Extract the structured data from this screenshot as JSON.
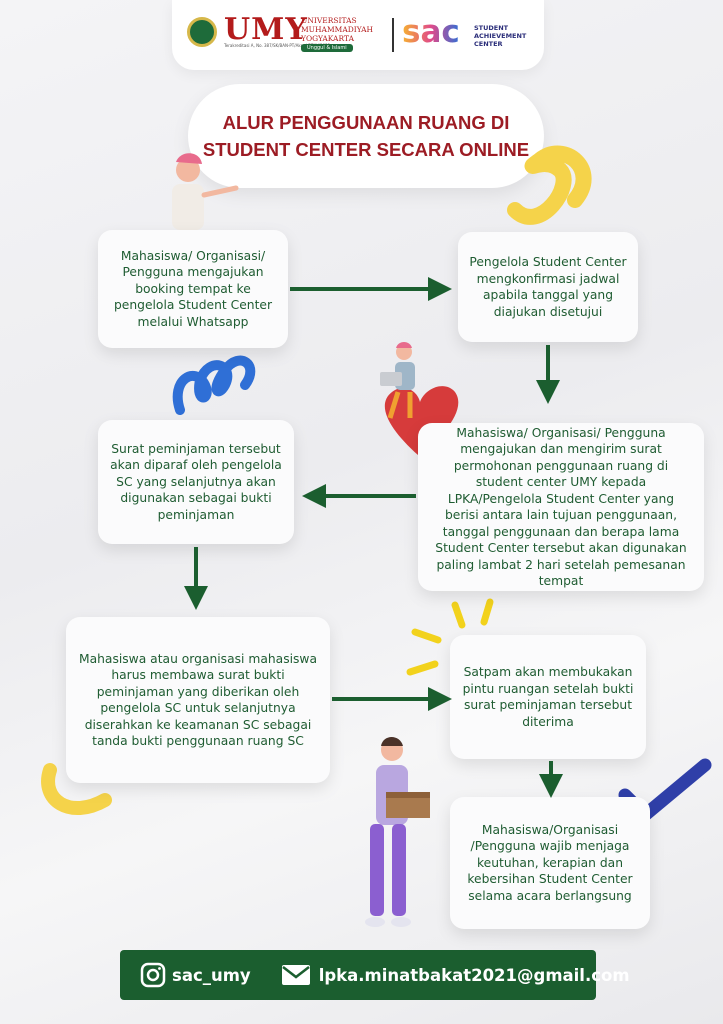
{
  "header": {
    "umy_logo_text": "UMY",
    "umy_tagline": "Terakreditasi A, No. 387/SK/BAN-PT/Akred/PT/IV/2022",
    "umy_name_lines": [
      "UNIVERSITAS",
      "MUHAMMADIYAH",
      "YOGYAKARTA"
    ],
    "umy_badge": "Unggul & Islami",
    "sac_logo_text": "sac",
    "sac_name_lines": [
      "STUDENT",
      "ACHIEVEMENT",
      "CENTER"
    ]
  },
  "title": {
    "line1": "ALUR PENGGUNAAN RUANG DI",
    "line2": "STUDENT CENTER SECARA ONLINE"
  },
  "steps": [
    "Mahasiswa/ Organisasi/ Pengguna mengajukan booking tempat ke pengelola Student Center melalui Whatsapp",
    "Pengelola Student Center mengkonfirmasi jadwal apabila tanggal yang diajukan disetujui",
    "Mahasiswa/ Organisasi/ Pengguna mengajukan dan mengirim surat permohonan penggunaan ruang di student center UMY kepada LPKA/Pengelola Student Center yang berisi antara lain tujuan penggunaan, tanggal penggunaan dan berapa lama Student Center tersebut akan digunakan paling lambat 2 hari setelah pemesanan tempat",
    "Surat peminjaman tersebut akan diparaf oleh pengelola SC yang selanjutnya akan digunakan sebagai bukti peminjaman",
    "Mahasiswa atau organisasi mahasiswa harus membawa surat bukti peminjaman yang diberikan oleh pengelola SC untuk selanjutnya diserahkan ke keamanan SC sebagai tanda bukti penggunaan ruang SC",
    "Satpam akan membukakan pintu ruangan setelah bukti surat peminjaman tersebut diterima",
    "Mahasiswa/Organisasi /Pengguna wajib menjaga keutuhan, kerapian dan kebersihan Student Center selama acara berlangsung"
  ],
  "footer": {
    "instagram_icon": "instagram-icon",
    "instagram": "sac_umy",
    "email_icon": "mail-icon",
    "email": "lpka.minatbakat2021@gmail.com"
  },
  "colors": {
    "title": "#9c1c24",
    "step_text": "#1f5c32",
    "arrow": "#1b5e2f",
    "footer_bg": "#1b5e2f"
  }
}
